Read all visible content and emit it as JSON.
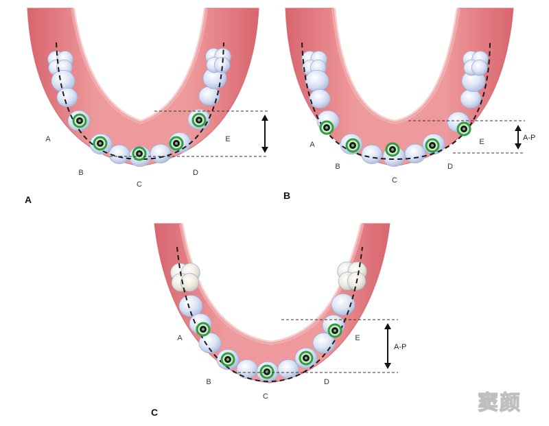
{
  "panels": [
    {
      "panel_label": "A",
      "point_labels": [
        "A",
        "B",
        "C",
        "D",
        "E"
      ],
      "measure_label": ""
    },
    {
      "panel_label": "B",
      "point_labels": [
        "A",
        "B",
        "C",
        "D",
        "E"
      ],
      "measure_label": "A-P"
    },
    {
      "panel_label": "C",
      "point_labels": [
        "A",
        "B",
        "C",
        "D",
        "E"
      ],
      "measure_label": "A-P"
    }
  ],
  "watermark": "窦颜",
  "colors": {
    "gum": "#e8848a",
    "gum_dark": "#d86a72",
    "gum_light": "#f3b5b5",
    "tooth": "#dde6f5",
    "tooth_shade": "#b9c6e4",
    "molar_pale": "#ece9df",
    "implant_ring": "#2e9e3e",
    "implant_core": "#1a1a1a",
    "guide_line": "#1a1a1a"
  },
  "icons": [
    "dental-arch-diagram",
    "implant-marker",
    "measure-arrow"
  ]
}
